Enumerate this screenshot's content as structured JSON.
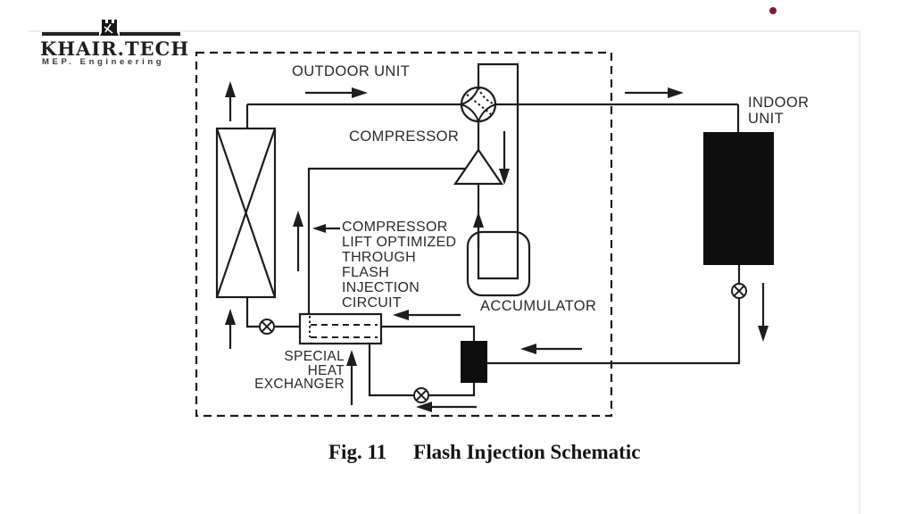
{
  "colors": {
    "ink": "#1d1d1d",
    "label": "#2b2b2b",
    "fill_black": "#0e0e0e",
    "accent_dot": "#7a1c3c",
    "faint_edge": "#ededed"
  },
  "logo": {
    "brand": "KHAIR.TECH",
    "tagline": "MEP. Engineering"
  },
  "diagram": {
    "labels": {
      "outdoor_unit": "OUTDOOR UNIT",
      "compressor": "COMPRESSOR",
      "indoor_unit_lines": [
        "INDOOR",
        "UNIT"
      ],
      "accumulator": "ACCUMULATOR",
      "injection_note_lines": [
        "COMPRESSOR",
        "LIFT OPTIMIZED",
        "THROUGH",
        "FLASH",
        "INJECTION",
        "CIRCUIT"
      ],
      "special_hx_lines": [
        "SPECIAL",
        "HEAT",
        "EXCHANGER"
      ]
    }
  },
  "caption": {
    "fig_label": "Fig. 11",
    "title": "Flash Injection Schematic"
  }
}
